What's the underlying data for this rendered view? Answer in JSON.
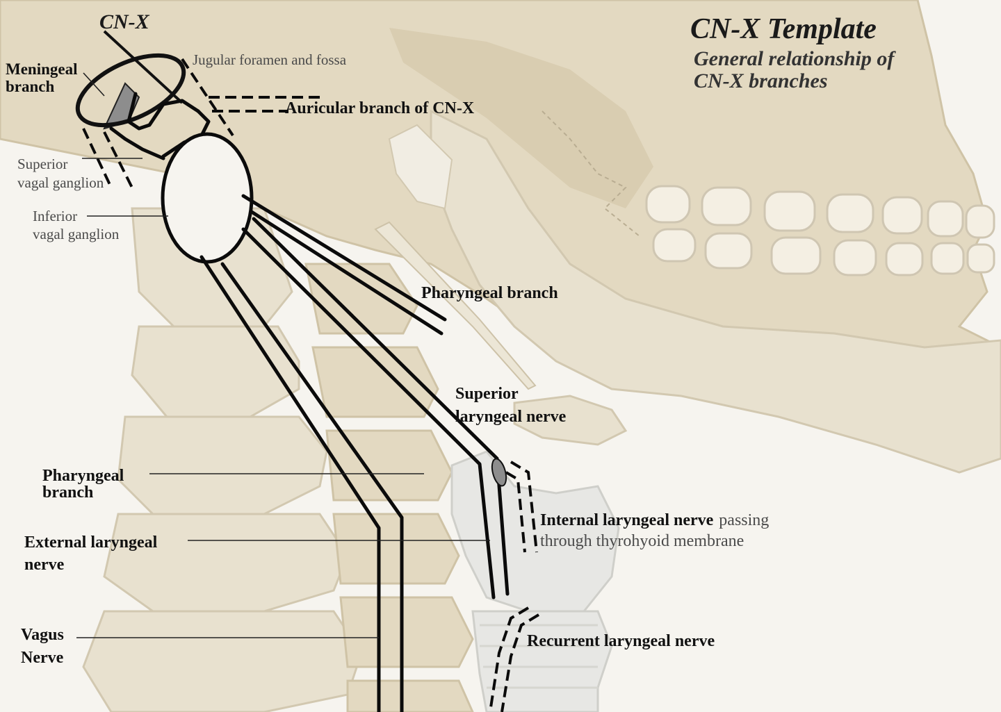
{
  "title": "CN-X Template",
  "subtitle_line1": "General relationship of",
  "subtitle_line2": "CN-X branches",
  "labels": {
    "cnx": "CN-X",
    "jugular": "Jugular foramen and fossa",
    "meningeal_1": "Meningeal",
    "meningeal_2": "branch",
    "auricular": "Auricular branch of CN-X",
    "sup_ganglion_1": "Superior",
    "sup_ganglion_2": "vagal ganglion",
    "inf_ganglion_1": "Inferior",
    "inf_ganglion_2": "vagal ganglion",
    "pharyngeal_top": "Pharyngeal branch",
    "superior_laryngeal_1": "Superior",
    "superior_laryngeal_2": "laryngeal nerve",
    "pharyngeal_left_1": "Pharyngeal",
    "pharyngeal_left_2": "branch",
    "internal_laryngeal_bold": "Internal laryngeal nerve",
    "internal_laryngeal_rest": "passing",
    "internal_laryngeal_2": "through thyrohyoid membrane",
    "external_laryngeal_1": "External laryngeal",
    "external_laryngeal_2": "nerve",
    "vagus_1": "Vagus",
    "vagus_2": "Nerve",
    "recurrent": "Recurrent laryngeal nerve"
  }
}
